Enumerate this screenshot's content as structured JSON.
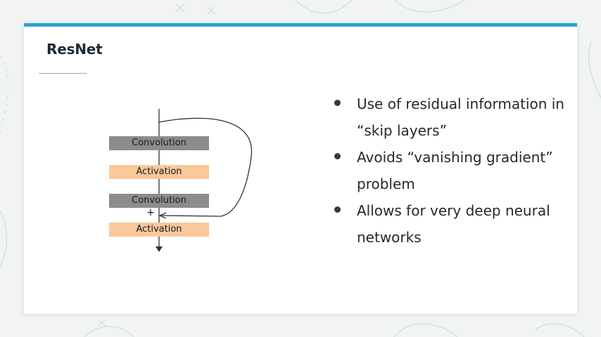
{
  "slide": {
    "title": "ResNet",
    "accent_color": "#2aa4d6"
  },
  "diagram": {
    "blocks": [
      {
        "label": "Convolution",
        "kind": "convolution",
        "color": "#8c8c8c"
      },
      {
        "label": "Activation",
        "kind": "activation",
        "color": "#f9c89b"
      },
      {
        "label": "Convolution",
        "kind": "convolution",
        "color": "#8c8c8c"
      },
      {
        "label": "Activation",
        "kind": "activation",
        "color": "#f9c89b"
      }
    ],
    "plus_symbol": "+"
  },
  "bullets": [
    {
      "text": "Use of residual information in “skip layers”"
    },
    {
      "text": "Avoids “vanishing gradient” problem"
    },
    {
      "text": "Allows for very deep neural networks"
    }
  ]
}
